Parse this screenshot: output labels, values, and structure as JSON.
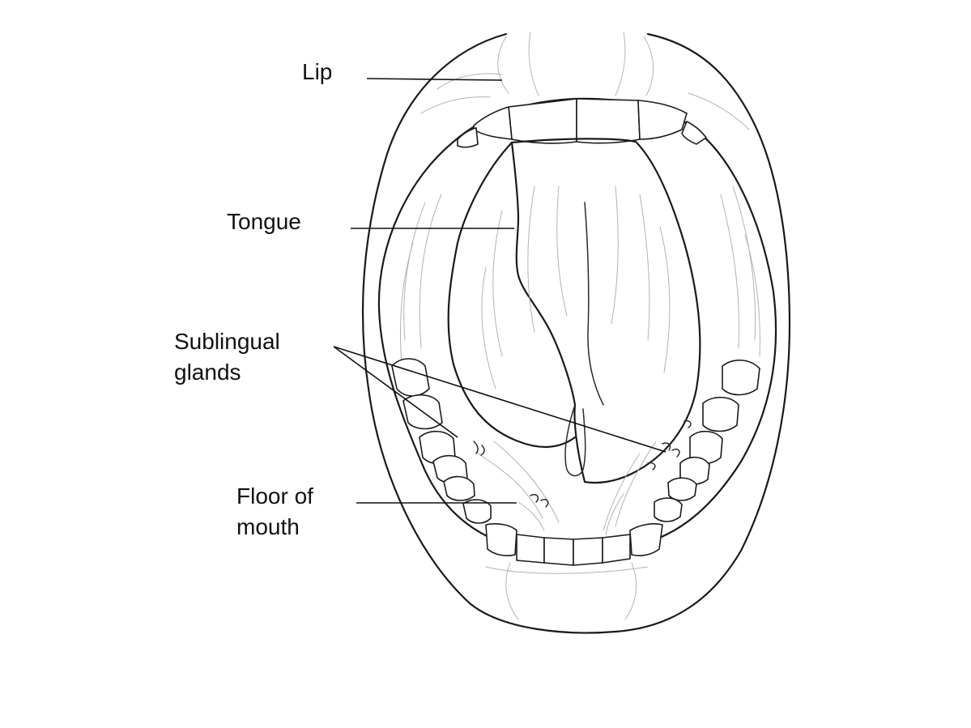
{
  "labels": {
    "lip": "Lip",
    "tongue": "Tongue",
    "sublingual_line1": "Sublingual",
    "sublingual_line2": "glands",
    "floor_line1": "Floor of",
    "floor_line2": "mouth"
  },
  "colors": {
    "ink": "#1a1a1a",
    "background": "#ffffff"
  }
}
